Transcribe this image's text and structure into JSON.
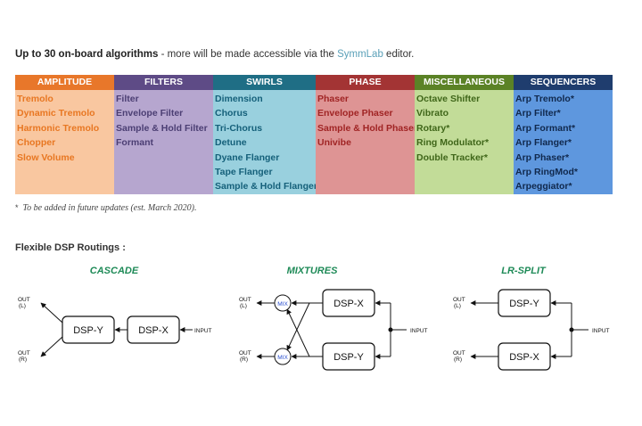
{
  "intro": {
    "bold": "Up to 30 on-board algorithms",
    "pre": " - more will be made accessible via the ",
    "link": "SymmLab",
    "post": " editor."
  },
  "algorithms": [
    {
      "header": "AMPLITUDE",
      "head_color": "#e8772a",
      "body_color": "#f9c7a0",
      "text_color": "#e87722",
      "items": [
        "Tremolo",
        "Dynamic Tremolo",
        "Harmonic Tremolo",
        "Chopper",
        "Slow Volume"
      ]
    },
    {
      "header": "FILTERS",
      "head_color": "#5e4b86",
      "body_color": "#b6a6cf",
      "text_color": "#4b3e73",
      "items": [
        "Filter",
        "Envelope Filter",
        "Sample & Hold Filter",
        "Formant"
      ]
    },
    {
      "header": "SWIRLS",
      "head_color": "#1f6e85",
      "body_color": "#99d0de",
      "text_color": "#15607a",
      "items": [
        "Dimension",
        "Chorus",
        "Tri-Chorus",
        "Detune",
        "Dyane Flanger",
        "Tape Flanger",
        "Sample & Hold Flanger"
      ]
    },
    {
      "header": "PHASE",
      "head_color": "#a33434",
      "body_color": "#de9494",
      "text_color": "#a02424",
      "items": [
        "Phaser",
        "Envelope Phaser",
        "Sample & Hold Phaser",
        "Univibe"
      ]
    },
    {
      "header": "MISCELLANEOUS",
      "head_color": "#5b8226",
      "body_color": "#c2dc98",
      "text_color": "#3f6619",
      "items": [
        "Octave Shifter",
        "Vibrato",
        "Rotary*",
        "Ring Modulator*",
        "Double Tracker*"
      ]
    },
    {
      "header": "SEQUENCERS",
      "head_color": "#1f3d6e",
      "body_color": "#5e97de",
      "text_color": "#10284c",
      "items": [
        "Arp Tremolo*",
        "Arp Filter*",
        "Arp Formant*",
        "Arp Flanger*",
        "Arp Phaser*",
        "Arp RingMod*",
        "Arpeggiator*"
      ]
    }
  ],
  "footnote": {
    "star": "*",
    "text": "To be added in future updates (est. March 2020)."
  },
  "routing": {
    "title": "Flexible DSP Routings :",
    "accent": "#1e8a57",
    "cascade": {
      "title": "CASCADE",
      "block_y": "DSP-Y",
      "block_x": "DSP-X",
      "out_l1": "OUT",
      "out_l2": "(L)",
      "out_r1": "OUT",
      "out_r2": "(R)",
      "input": "INPUT"
    },
    "mixtures": {
      "title": "MIXTURES",
      "block_top": "DSP-X",
      "block_bottom": "DSP-Y",
      "mix_top": "MIX",
      "mix_bottom": "MIX",
      "out_l1": "OUT",
      "out_l2": "(L)",
      "out_r1": "OUT",
      "out_r2": "(R)",
      "input": "INPUT"
    },
    "lrsplit": {
      "title": "LR-SPLIT",
      "block_top": "DSP-Y",
      "block_bottom": "DSP-X",
      "out_l1": "OUT",
      "out_l2": "(L)",
      "out_r1": "OUT",
      "out_r2": "(R)",
      "input": "INPUT"
    }
  }
}
